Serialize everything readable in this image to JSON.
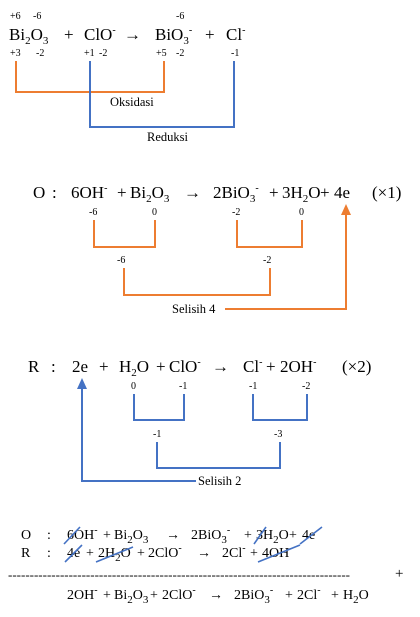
{
  "colors": {
    "orange": "#ed7d31",
    "blue": "#4472c4"
  },
  "section1": {
    "top_ox": [
      "+6",
      "-6",
      "-6"
    ],
    "eq": {
      "bi2o3_bi": "Bi",
      "bi2o3_2": "2",
      "bi2o3_o": "O",
      "bi2o3_3": "3",
      "plus1": "+",
      "clo": "ClO",
      "clo_charge": "-",
      "arrow": "→",
      "bio3_bio": "BiO",
      "bio3_3": "3",
      "bio3_charge": "-",
      "plus2": "+",
      "cl": "Cl",
      "cl_charge": "-"
    },
    "ox": [
      "+3",
      "-2",
      "+1",
      "-2",
      "+5",
      "-2",
      "-1"
    ],
    "oksidasi": "Oksidasi",
    "reduksi": "Reduksi"
  },
  "section2": {
    "label": "O",
    "colon": ":",
    "parts": {
      "a": "6OH",
      "a_charge": "-",
      "plus1": "+",
      "b": "Bi",
      "b2": "2",
      "b_o": "O",
      "b3": "3",
      "arrow": "→",
      "c": "2BiO",
      "c3": "3",
      "c_charge": "-",
      "plus2": "+",
      "d": "3H",
      "d2": "2",
      "d_o": "O",
      "plus3": "+",
      "e": "4e",
      "mult": "(×1)"
    },
    "ox_top": [
      "-6",
      "0",
      "-2",
      "0"
    ],
    "ox_bottom": [
      "-6",
      "-2"
    ],
    "selisih": "Selisih 4"
  },
  "section3": {
    "label": "R",
    "colon": ":",
    "parts": {
      "a": "2e",
      "plus1": "+",
      "b": "H",
      "b2": "2",
      "b_o": "O",
      "plus2": "+",
      "c": "ClO",
      "c_charge": "-",
      "arrow": "→",
      "d": "Cl",
      "d_charge": "-",
      "plus3": "+",
      "e": "2OH",
      "e_charge": "-",
      "mult": "(×2)"
    },
    "ox_top": [
      "0",
      "-1",
      "-1",
      "-2"
    ],
    "ox_bottom": [
      "-1",
      "-3"
    ],
    "selisih": "Selisih 2"
  },
  "section4": {
    "o_label": "O",
    "r_label": "R",
    "colon": ":",
    "o_line": {
      "a": "6OH",
      "a_charge": "-",
      "plus1": "+",
      "b": "Bi",
      "b2": "2",
      "b_o": "O",
      "b3": "3",
      "arrow": "→",
      "c": "2BiO",
      "c3": "3",
      "c_charge": "-",
      "plus2": "+",
      "d": "3H",
      "d2": "2",
      "d_o": "O",
      "plus3": "+",
      "e": "4e"
    },
    "r_line": {
      "a": "4e",
      "plus1": "+",
      "b": "2H",
      "b2": "2",
      "b_o": "O",
      "plus2": "+",
      "c": "2ClO",
      "c_charge": "-",
      "arrow": "→",
      "d": "2Cl",
      "d_charge": "-",
      "plus3": "+",
      "e": "4OH",
      "e_charge": "-"
    },
    "dashes": "-------------------------------------------------------------------------------",
    "dash_plus": "+",
    "final": {
      "a": "2OH",
      "a_charge": "-",
      "plus1": "+",
      "b": "Bi",
      "b2": "2",
      "b_o": "O",
      "b3": "3",
      "plus2": "+",
      "c": "2ClO",
      "c_charge": "-",
      "arrow": "→",
      "d": "2BiO",
      "d3": "3",
      "d_charge": "-",
      "plus3": "+",
      "e": "2Cl",
      "e_charge": "-",
      "plus4": "+",
      "f": "H",
      "f2": "2",
      "f_o": "O"
    }
  }
}
